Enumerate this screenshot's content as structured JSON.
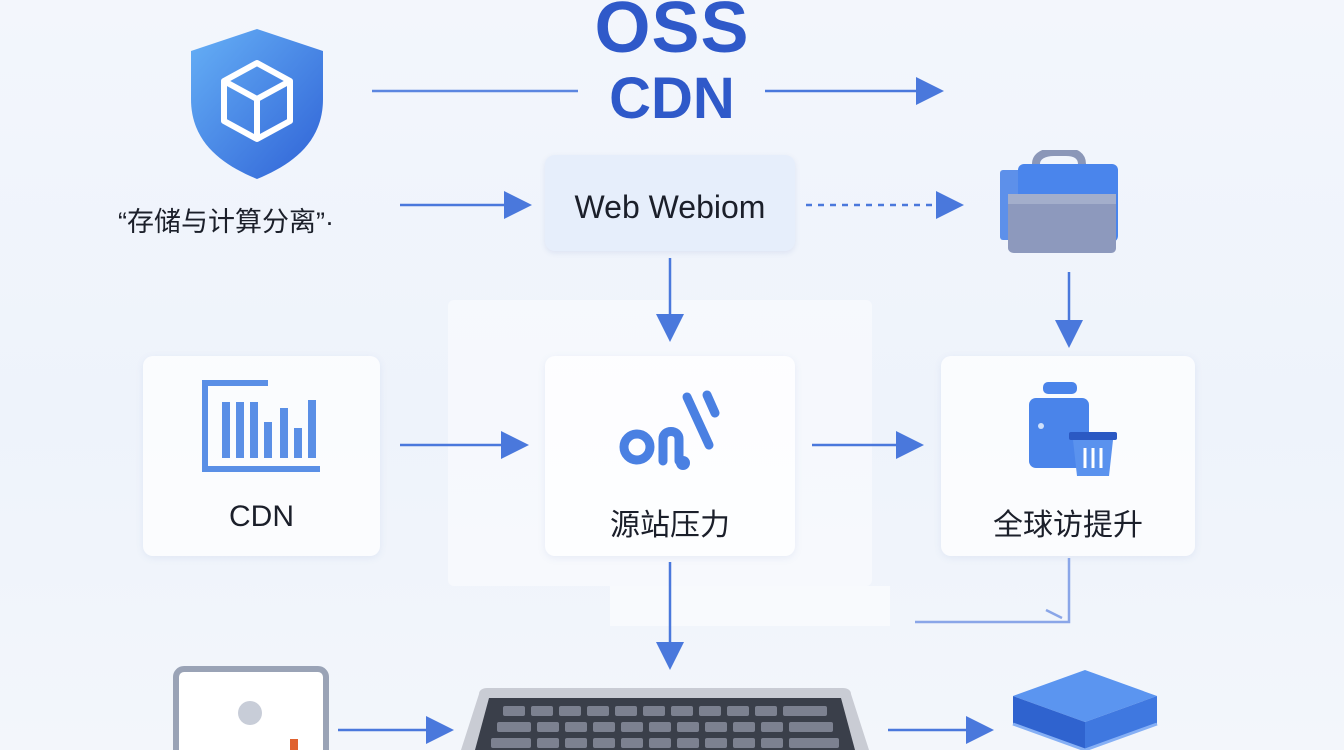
{
  "title": {
    "line1": "OSS",
    "line2": "CDN"
  },
  "nodes": {
    "web": "Web Webiom",
    "quote": "“存储与计算分离”·",
    "cdn": "CDN",
    "origin": "源站压力",
    "global": "全球访提升"
  },
  "icons": {
    "shield": "shield-cube-icon",
    "folder": "folder-icon",
    "chart": "bar-chart-icon",
    "origin": "origin-glyph-icon",
    "storage": "storage-trash-icon",
    "tablet": "tablet-icon",
    "laptop": "laptop-icon",
    "server": "server-stack-icon"
  },
  "colors": {
    "accent": "#2f59c9",
    "arrow": "#4a78dc",
    "box_fill": "#e6eefb"
  }
}
